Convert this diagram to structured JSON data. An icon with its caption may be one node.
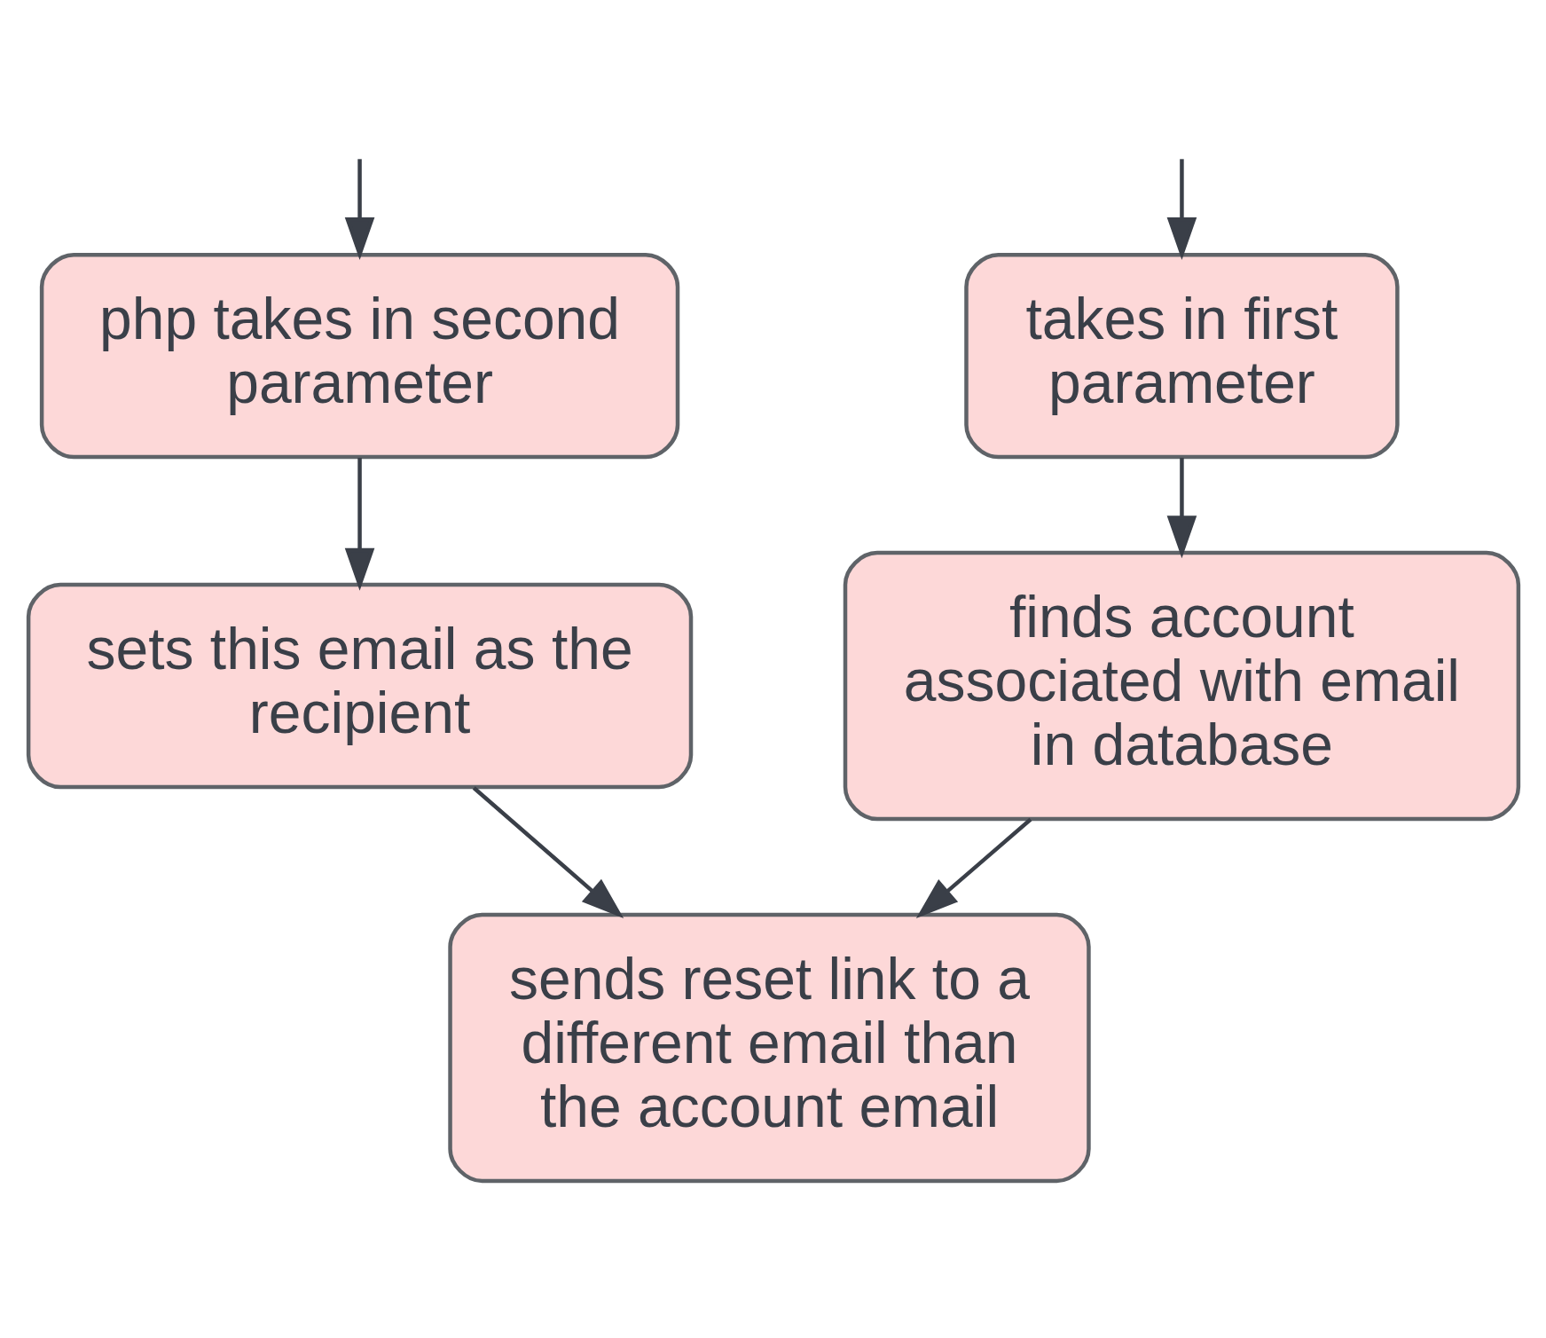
{
  "diagram": {
    "nodes": [
      {
        "text": [
          "takes in first parameter"
        ]
      },
      {
        "text": [
          "php takes in second parameter"
        ]
      },
      {
        "text": [
          "finds account associated with email in database"
        ]
      },
      {
        "text": [
          "sets this email as the recipient"
        ]
      },
      {
        "text": [
          "sends reset link to a different email than the account email"
        ]
      }
    ],
    "edges": [
      {
        "from": null,
        "to": 0,
        "arrow": "to"
      },
      {
        "from": null,
        "to": 1,
        "arrow": "to"
      },
      {
        "from": 0,
        "to": 2,
        "arrow": "to"
      },
      {
        "from": 1,
        "to": 3,
        "arrow": "to"
      },
      {
        "from": 2,
        "to": 4,
        "arrow": "to"
      },
      {
        "from": 3,
        "to": 4,
        "arrow": "to"
      }
    ]
  }
}
